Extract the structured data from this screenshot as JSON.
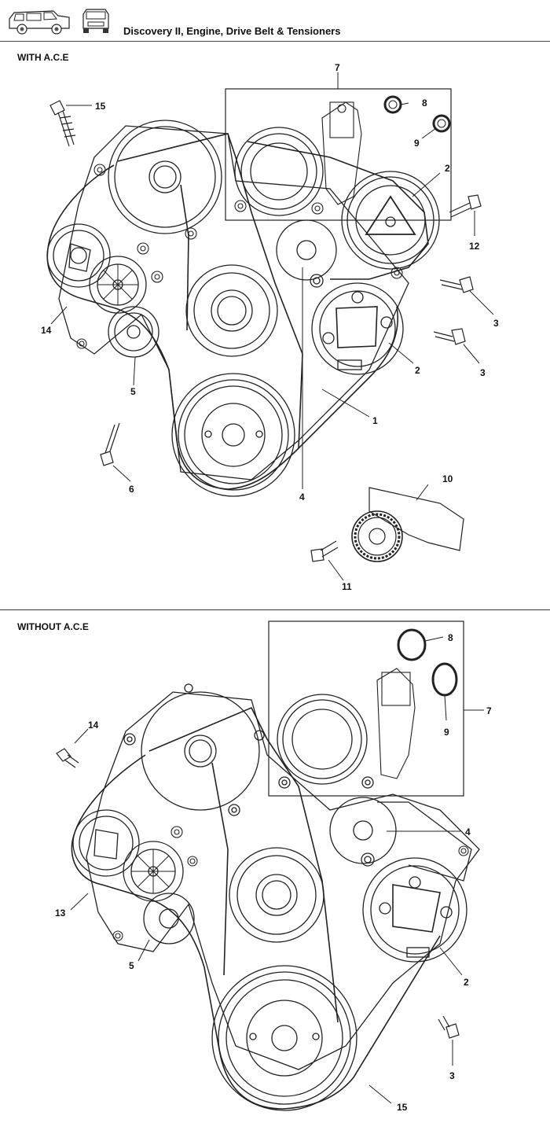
{
  "header": {
    "title": "Discovery II, Engine, Drive Belt & Tensioners"
  },
  "sections": {
    "with_ace": {
      "title": "WITH A.C.E",
      "callouts": {
        "c1": "1",
        "c2a": "2",
        "c2b": "2",
        "c3a": "3",
        "c3b": "3",
        "c4": "4",
        "c5": "5",
        "c6": "6",
        "c7": "7",
        "c8": "8",
        "c9": "9",
        "c10": "10",
        "c11": "11",
        "c12": "12",
        "c14": "14",
        "c15": "15"
      }
    },
    "without_ace": {
      "title": "WITHOUT A.C.E",
      "callouts": {
        "c2": "2",
        "c3": "3",
        "c4": "4",
        "c5": "5",
        "c7": "7",
        "c8": "8",
        "c9": "9",
        "c13": "13",
        "c14": "14",
        "c15": "15"
      }
    }
  }
}
